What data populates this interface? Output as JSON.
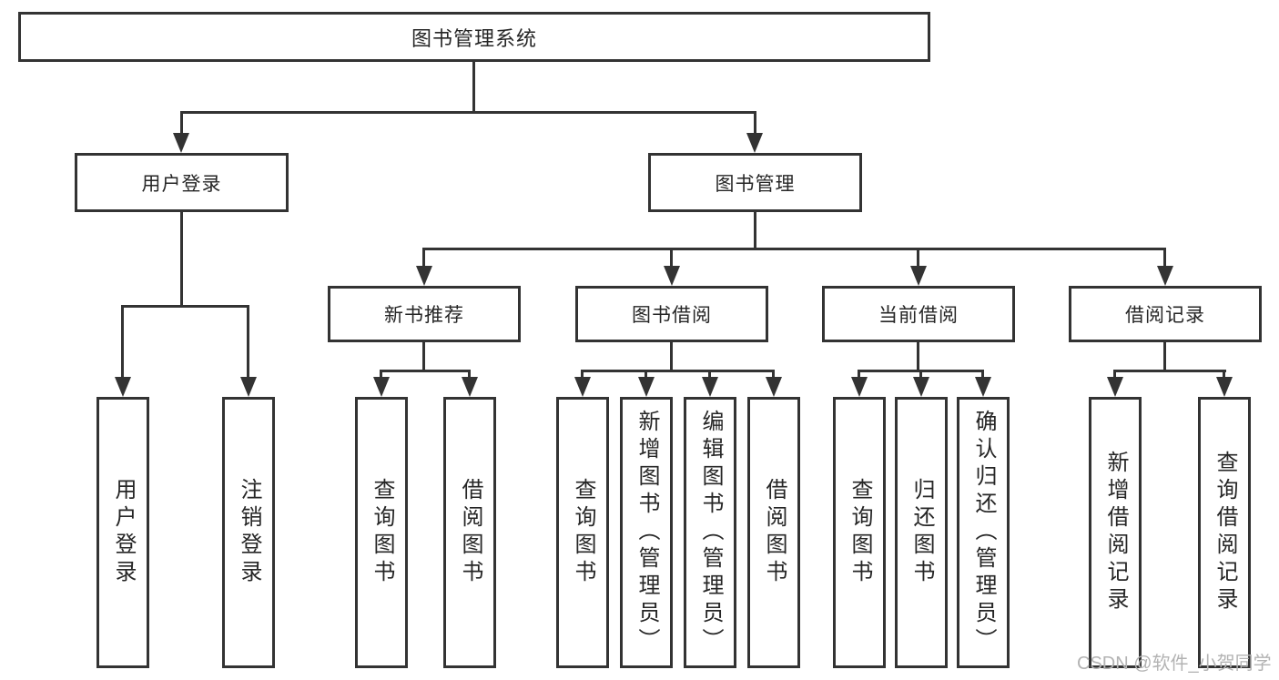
{
  "nodes": {
    "root": "图书管理系统",
    "user_login": "用户登录",
    "book_mgmt": "图书管理",
    "new_book": "新书推荐",
    "book_borrow": "图书借阅",
    "current_borrow": "当前借阅",
    "borrow_records": "借阅记录"
  },
  "leaves": {
    "user_login": [
      "用户登录",
      "注销登录"
    ],
    "new_book": [
      "查询图书",
      "借阅图书"
    ],
    "book_borrow": [
      "查询图书",
      "新增图书（管理员）",
      "编辑图书（管理员）",
      "借阅图书"
    ],
    "current_borrow": [
      "查询图书",
      "归还图书",
      "确认归还（管理员）"
    ],
    "borrow_records": [
      "新增借阅记录",
      "查询借阅记录"
    ]
  },
  "watermark": "CSDN @软件_小贺同学",
  "colors": {
    "line": "#333333",
    "text": "#262626",
    "watermark": "#b3b3b3",
    "background": "#ffffff"
  }
}
